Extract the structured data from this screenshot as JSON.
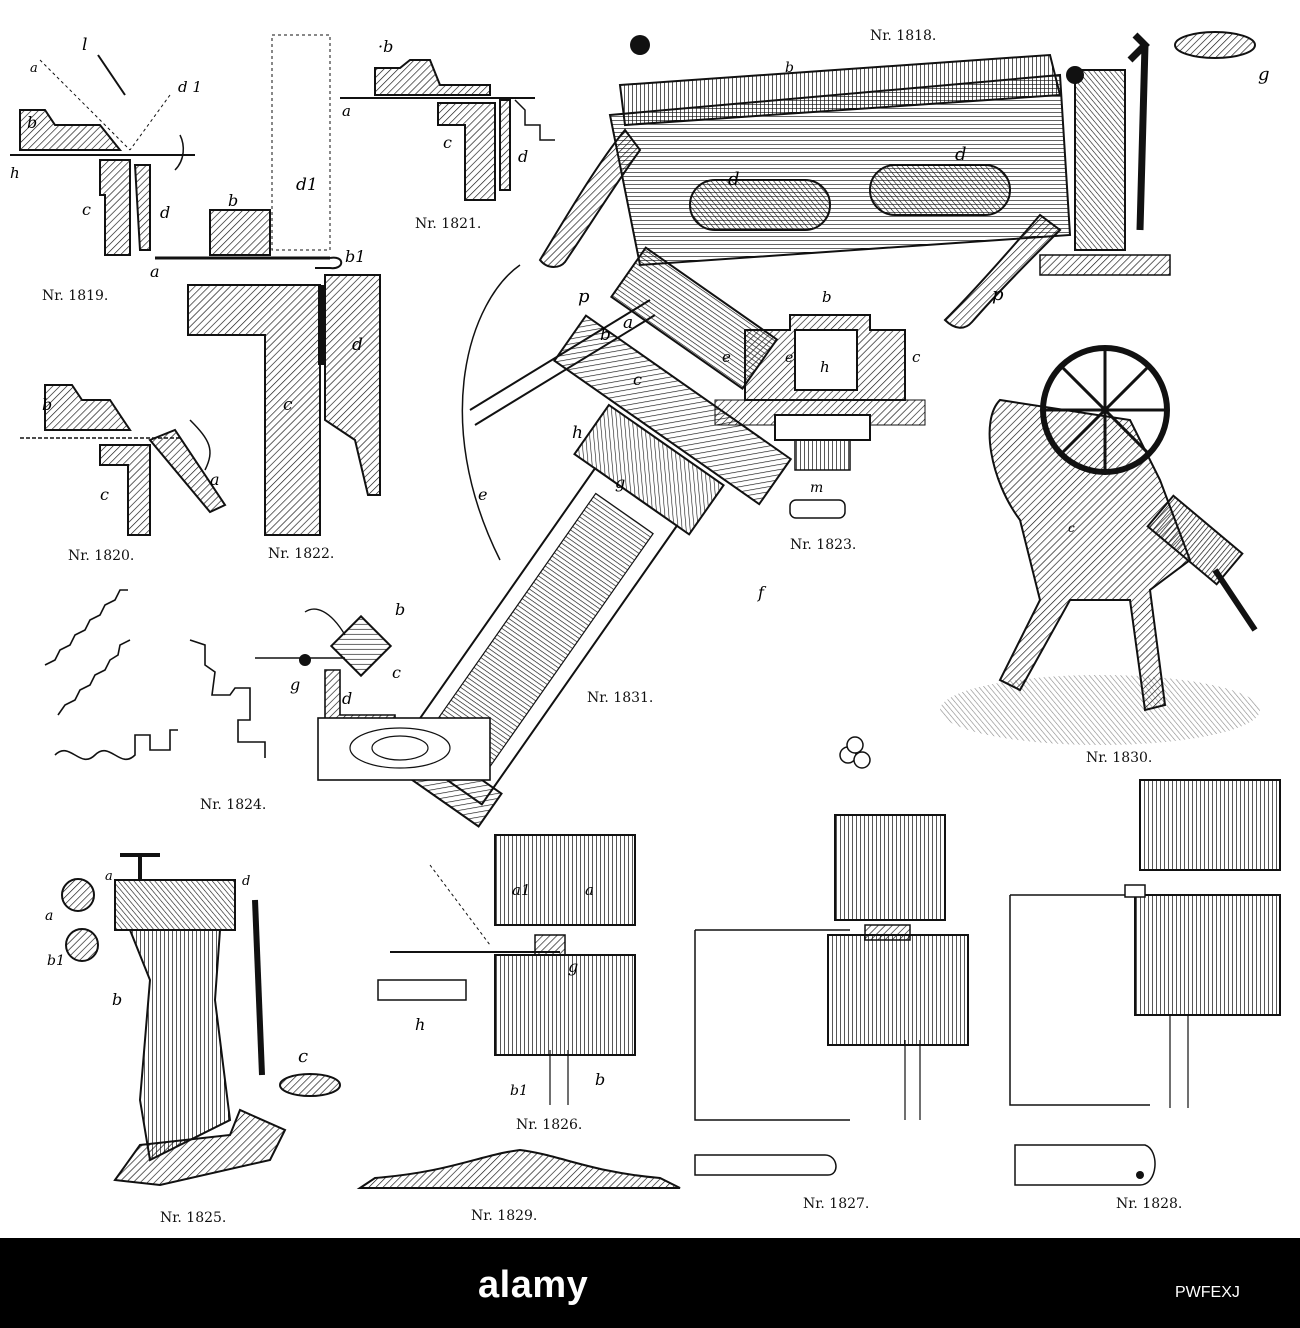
{
  "figure_captions": {
    "nr1818": "Nr. 1818.",
    "nr1819": "Nr. 1819.",
    "nr1820": "Nr. 1820.",
    "nr1821": "Nr. 1821.",
    "nr1822": "Nr. 1822.",
    "nr1823": "Nr. 1823.",
    "nr1824": "Nr. 1824.",
    "nr1825": "Nr. 1825.",
    "nr1826": "Nr. 1826.",
    "nr1827": "Nr. 1827.",
    "nr1828": "Nr. 1828.",
    "nr1829": "Nr. 1829.",
    "nr1830": "Nr. 1830.",
    "nr1831": "Nr. 1831."
  },
  "part_labels": {
    "a": "a",
    "a1": "a1",
    "b": "b",
    "b1": "b1",
    "c": "c",
    "d": "d",
    "d1": "d1",
    "e": "e",
    "f": "f",
    "g": "g",
    "h": "h",
    "l": "l",
    "m": "m",
    "p": "p"
  },
  "watermark": {
    "logo": "alamy",
    "image_id": "PWFEXJ"
  },
  "colors": {
    "ink": "#111111",
    "paper": "#ffffff",
    "bar": "#000000"
  }
}
